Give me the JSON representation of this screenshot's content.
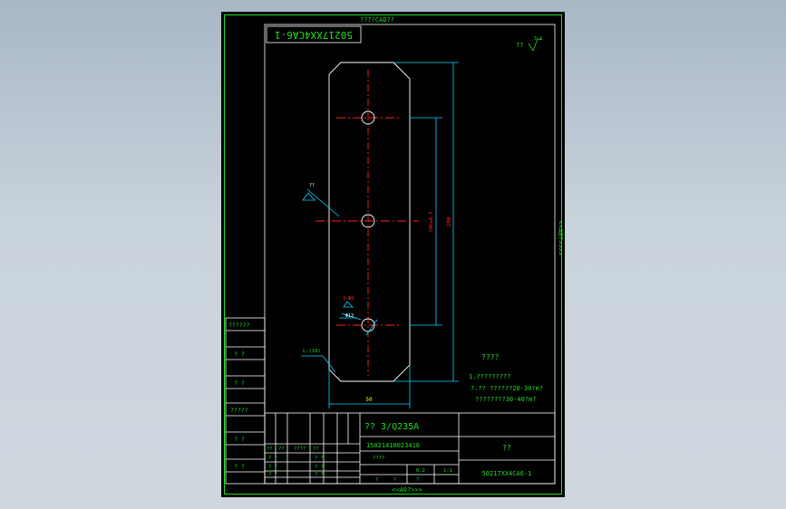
{
  "drawing": {
    "top_banner": "????CAD??",
    "bottom_banner": "<<A0?>>>",
    "side_banner": "<<A0?>>>>",
    "title_box_mirrored": "50217XX4CA6-1",
    "roughness_label": "??",
    "roughness_value": "3.2"
  },
  "dimensions": {
    "overall_length": "200",
    "hole_pitch": "10h±0.5",
    "width": "50",
    "slot_label": "3-Φ9",
    "slot_depth": "Φ13",
    "edge_note": "L-(10)",
    "surface_note": "??"
  },
  "notes": {
    "heading": "????",
    "line1": "1.?????????",
    "line2": "?.?? ??????20-30?m?",
    "line3": "????????30-40?m?"
  },
  "left_column": [
    "??????",
    "? ?",
    "? ?",
    "?????",
    "? ?",
    "? ?"
  ],
  "title_block": {
    "material": "?? 3/Q235A",
    "code": "15021410023410",
    "name": "??",
    "drawing_number": "50217XX4CA6-1",
    "col_a": "??",
    "col_b": "??",
    "col_c": "????",
    "col_d": "?? ?",
    "rows": [
      "? ?",
      "? ?",
      "? ?"
    ],
    "row_b": [
      "? ?",
      "? ?",
      "? ?"
    ],
    "mid_label": "????",
    "scale_label": "1:1",
    "qty_label": "0.2",
    "sheet_label_a": "?",
    "sheet_label_b": "?",
    "sheet_label_c": "?"
  }
}
